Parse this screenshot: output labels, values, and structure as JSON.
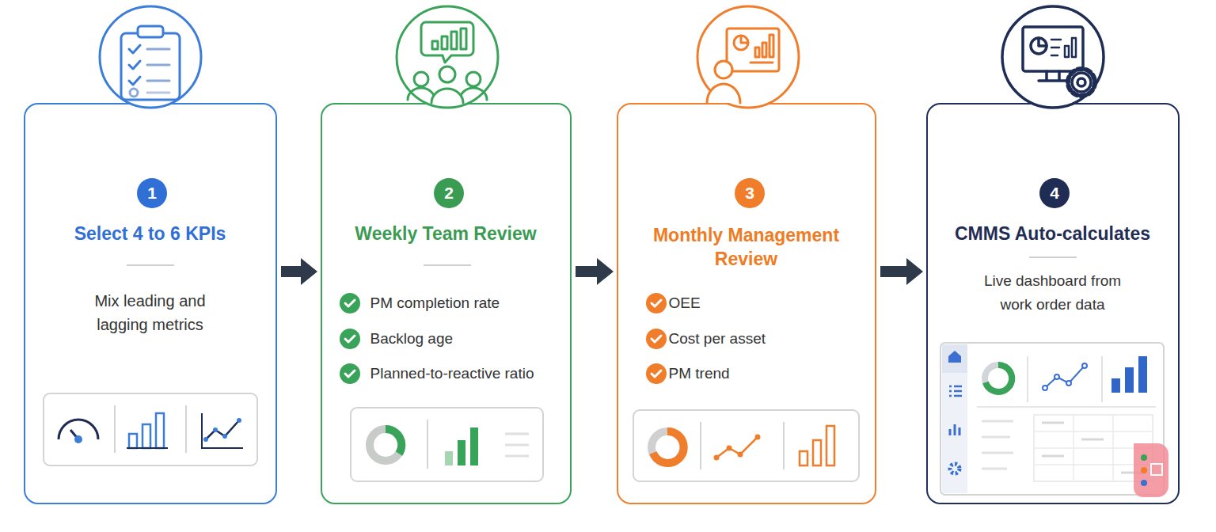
{
  "diagram": {
    "nodes": [
      {
        "text": [
          "Select 4 to 6 KPIs",
          "Mix leading and lagging metrics"
        ]
      },
      {
        "text": [
          "1"
        ],
        "in": 0
      },
      {
        "text": [
          "Weekly Team Review",
          "PM completion rate",
          "Backlog age",
          "Planned-to-reactive ratio"
        ]
      },
      {
        "text": [
          "2"
        ],
        "in": 2
      },
      {
        "text": [
          "Monthly Management Review",
          "OEE",
          "Cost per asset",
          "PM trend"
        ]
      },
      {
        "text": [
          "3"
        ],
        "in": 4
      },
      {
        "text": [
          "CMMS Auto-calculates",
          "Live dashboard from work order data"
        ]
      },
      {
        "text": [
          "4"
        ],
        "in": 6
      }
    ],
    "edges": [
      {
        "from": 0,
        "to": 2,
        "arrow": "to"
      },
      {
        "from": 2,
        "to": 4,
        "arrow": "to"
      },
      {
        "from": 4,
        "to": 6,
        "arrow": "to"
      }
    ]
  }
}
